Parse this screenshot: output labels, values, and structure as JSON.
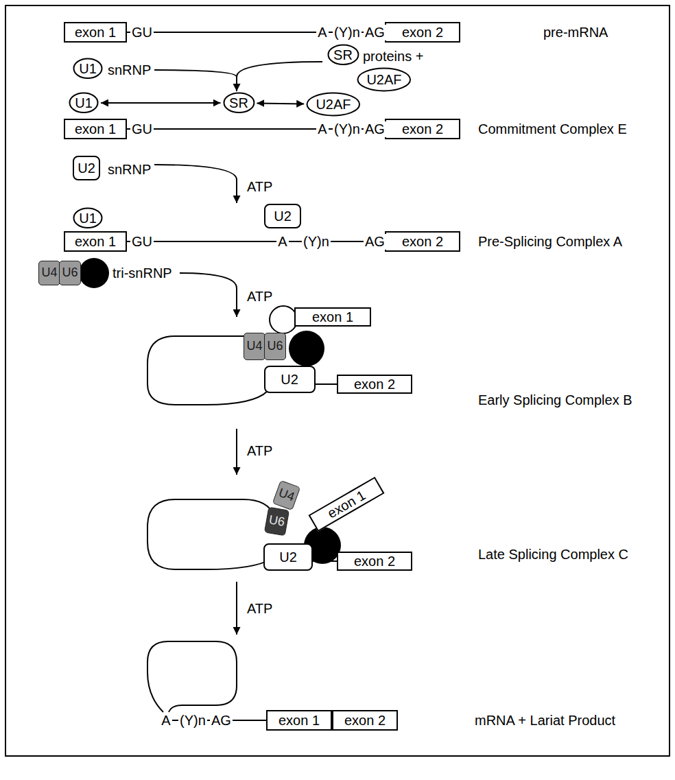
{
  "diagram": {
    "nodes": [
      {
        "text": [
          "exon 1"
        ]
      },
      {
        "text": [
          "exon 2"
        ]
      },
      {
        "text": [
          "U1"
        ]
      },
      {
        "text": [
          "SR"
        ]
      },
      {
        "text": [
          "U2AF"
        ]
      },
      {
        "text": [
          "U1"
        ]
      },
      {
        "text": [
          "SR"
        ]
      },
      {
        "text": [
          "U2AF"
        ]
      },
      {
        "text": [
          "exon 1"
        ]
      },
      {
        "text": [
          "exon 2"
        ]
      },
      {
        "text": [
          "U2"
        ]
      },
      {
        "text": [
          "U1"
        ]
      },
      {
        "text": [
          "U2"
        ]
      },
      {
        "text": [
          "exon 1"
        ]
      },
      {
        "text": [
          "exon 2"
        ]
      },
      {
        "text": [
          "U4"
        ]
      },
      {
        "text": [
          "U6"
        ]
      },
      {
        "text": [
          "U4"
        ]
      },
      {
        "text": [
          "U6"
        ]
      },
      {
        "text": [
          "exon 1"
        ]
      },
      {
        "text": [
          "U2"
        ]
      },
      {
        "text": [
          "exon 2"
        ]
      },
      {
        "text": [
          "U4"
        ]
      },
      {
        "text": [
          "U6"
        ]
      },
      {
        "text": [
          "exon 1"
        ]
      },
      {
        "text": [
          "U2"
        ]
      },
      {
        "text": [
          "exon 2"
        ]
      },
      {
        "text": [
          "exon 1"
        ]
      },
      {
        "text": [
          "exon 2"
        ]
      }
    ],
    "edges": [
      {
        "from": 5,
        "to": 6,
        "arrow": "both"
      },
      {
        "from": 6,
        "to": 7,
        "arrow": "both"
      }
    ],
    "labels": [
      "GU",
      "A",
      "(Y)n",
      "AG",
      "pre-mRNA",
      "snRNP",
      "proteins +",
      "GU",
      "A",
      "(Y)n",
      "AG",
      "Commitment Complex E",
      "snRNP",
      "ATP",
      "GU",
      "A",
      "(Y)n",
      "AG",
      "Pre-Splicing Complex A",
      "tri-snRNP",
      "ATP",
      "Early Splicing Complex B",
      "ATP",
      "Late Splicing Complex C",
      "ATP",
      "A",
      "(Y)n",
      "AG",
      "mRNA + Lariat Product"
    ]
  }
}
